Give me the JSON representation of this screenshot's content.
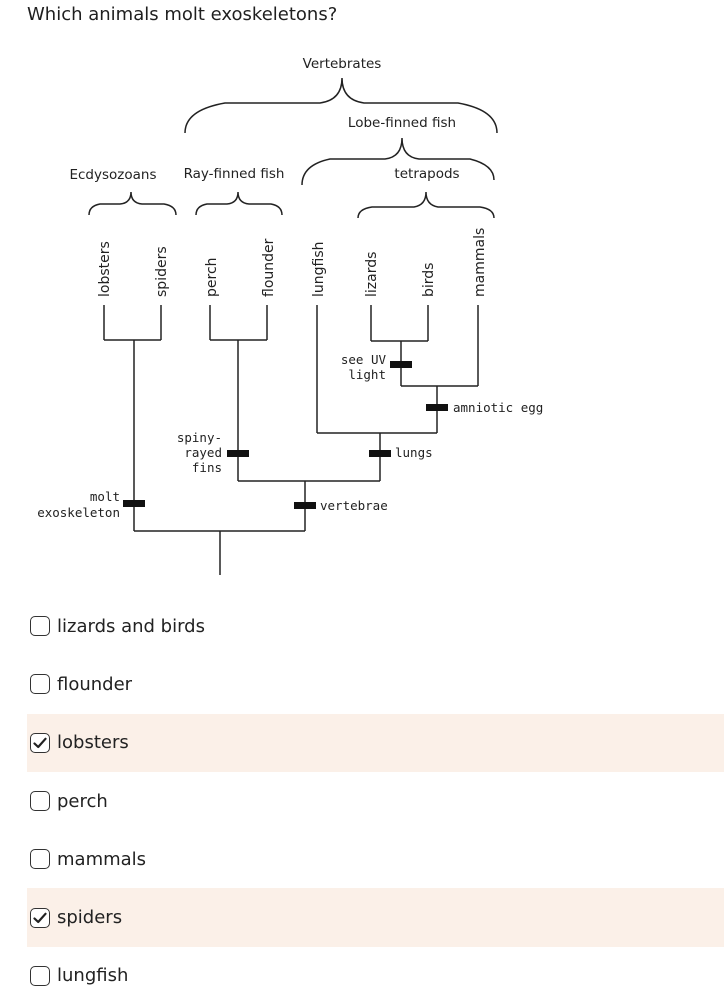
{
  "question": "Which animals molt exoskeletons?",
  "diagram": {
    "groups": {
      "vertebrates": "Vertebrates",
      "lobe_finned_fish": "Lobe-finned fish",
      "ecdysozoans": "Ecdysozoans",
      "ray_finned_fish": "Ray-finned fish",
      "tetrapods": "tetrapods"
    },
    "taxa": {
      "lobsters": "lobsters",
      "spiders": "spiders",
      "perch": "perch",
      "flounder": "flounder",
      "lungfish": "lungfish",
      "lizards": "lizards",
      "birds": "birds",
      "mammals": "mammals"
    },
    "traits": {
      "see_uv_1": "see UV",
      "see_uv_2": "light",
      "amniotic_egg": "amniotic egg",
      "spiny_1": "spiny-",
      "spiny_2": "rayed",
      "spiny_3": "fins",
      "lungs": "lungs",
      "molt_1": "molt",
      "molt_2": "exoskeleton",
      "vertebrae": "vertebrae"
    }
  },
  "options": [
    {
      "label": "lizards and birds",
      "checked": false
    },
    {
      "label": "flounder",
      "checked": false
    },
    {
      "label": "lobsters",
      "checked": true
    },
    {
      "label": "perch",
      "checked": false
    },
    {
      "label": "mammals",
      "checked": false
    },
    {
      "label": "spiders",
      "checked": true
    },
    {
      "label": "lungfish",
      "checked": false
    }
  ]
}
